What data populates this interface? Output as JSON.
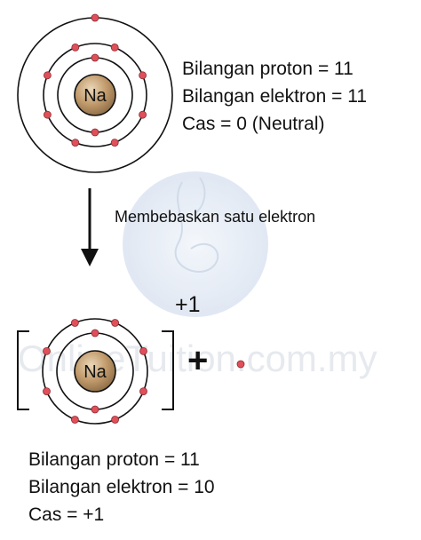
{
  "nucleus_symbol": "Na",
  "atom_info": {
    "proton": "Bilangan proton = 11",
    "electron": "Bilangan elektron = 11",
    "charge": "Cas = 0 (Neutral)"
  },
  "step_label": "Membebaskan satu elektron",
  "ion_charge": "+1",
  "plus_sign": "+",
  "ion_info": {
    "proton": "Bilangan proton = 11",
    "electron": "Bilangan elektron = 10",
    "charge": "Cas = +1"
  },
  "watermark": "OnlineTuition.com.my",
  "shell_electrons": {
    "atom": [
      2,
      8,
      1
    ],
    "ion": [
      2,
      8
    ]
  },
  "colors": {
    "electron": "#e0505a",
    "nucleus_fill": "#b08b60",
    "ink": "#111111",
    "watermark_circle": "#dde6f2"
  }
}
